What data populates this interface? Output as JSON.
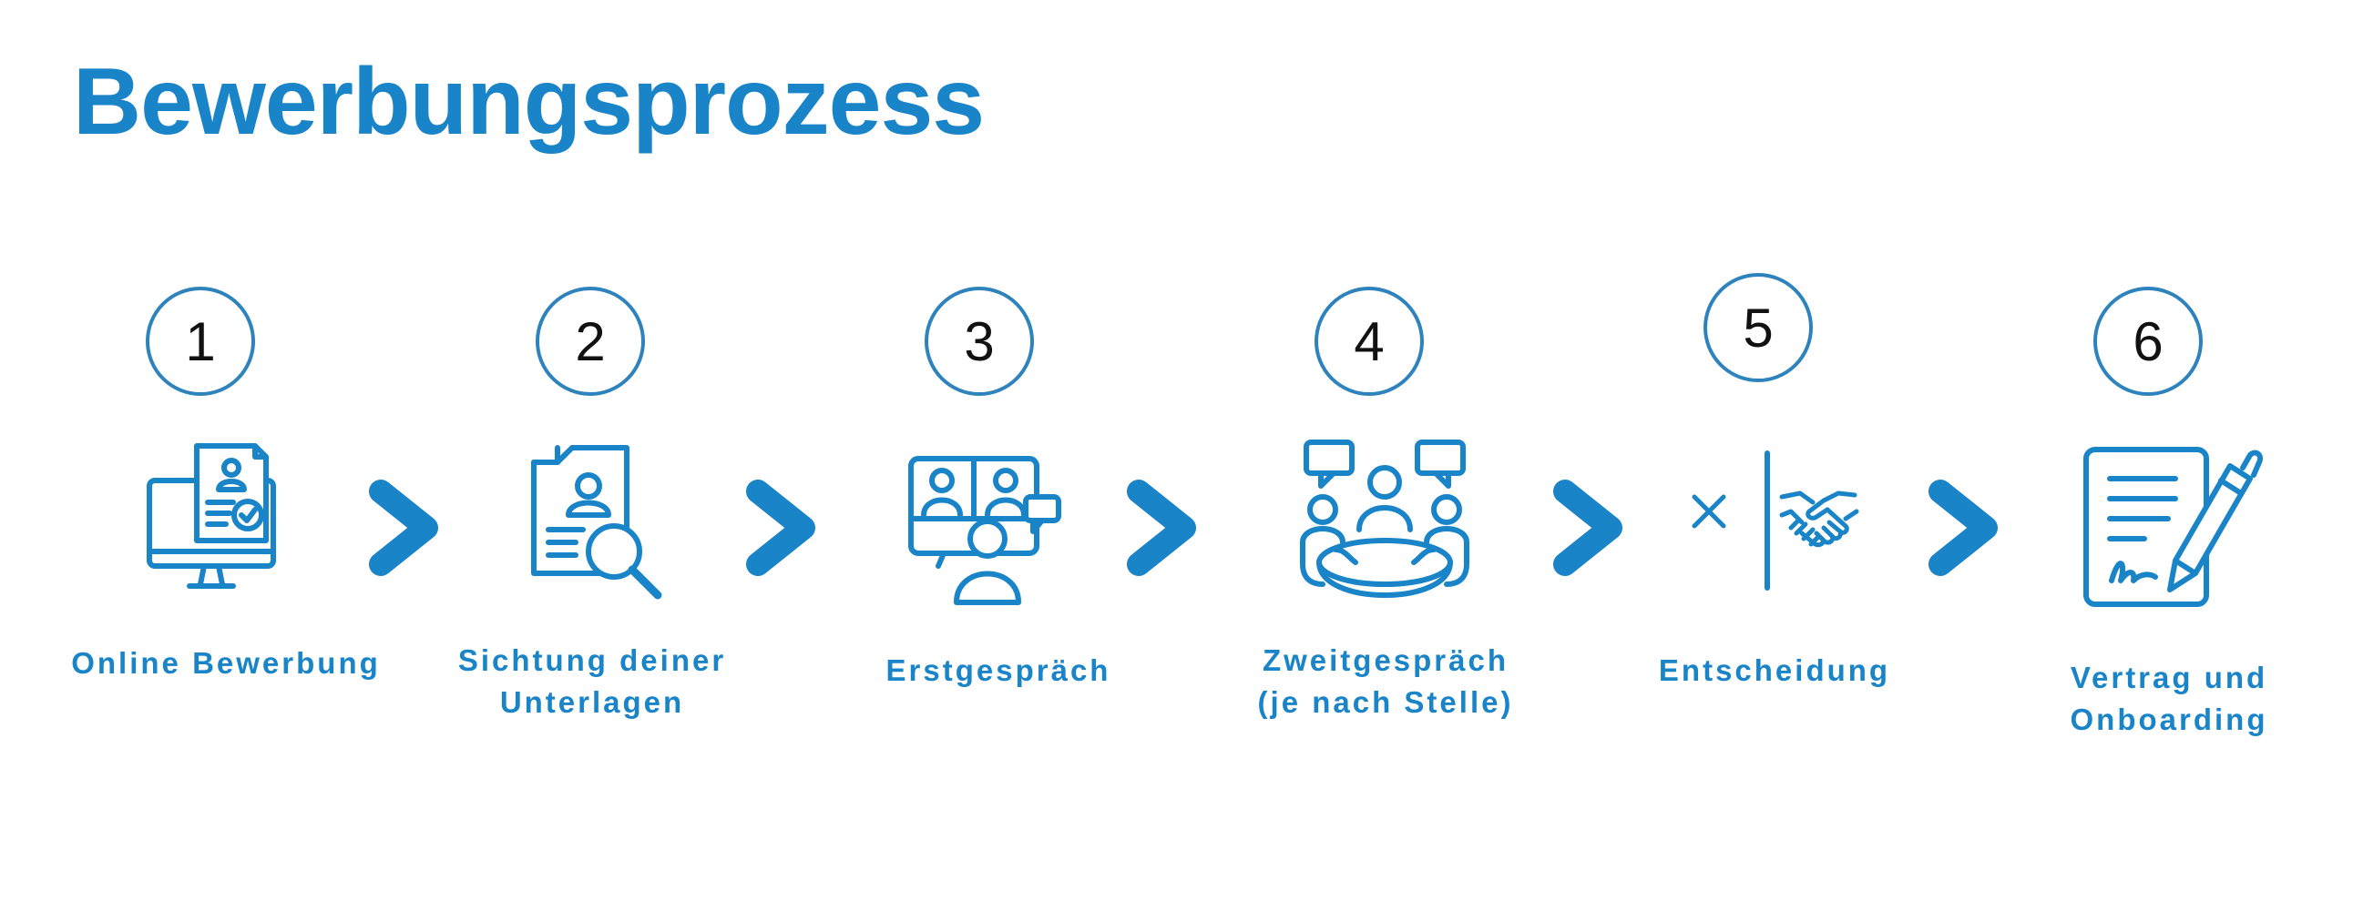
{
  "title": "Bewerbungsprozess",
  "colors": {
    "accent": "#1a84c8",
    "circle_border": "#2e83bd",
    "number_text": "#111111",
    "background": "#ffffff"
  },
  "steps": [
    {
      "number": "1",
      "label_lines": [
        "Online Bewerbung"
      ],
      "icon": "monitor-document-check-icon"
    },
    {
      "number": "2",
      "label_lines": [
        "Sichtung deiner",
        "Unterlagen"
      ],
      "icon": "document-magnifier-icon"
    },
    {
      "number": "3",
      "label_lines": [
        "Erstgespräch"
      ],
      "icon": "video-call-icon"
    },
    {
      "number": "4",
      "label_lines": [
        "Zweitgespräch",
        "(je nach Stelle)"
      ],
      "icon": "meeting-table-icon"
    },
    {
      "number": "5",
      "label_lines": [
        "Entscheidung"
      ],
      "icon": "decision-cross-handshake-icon"
    },
    {
      "number": "6",
      "label_lines": [
        "Vertrag und",
        "Onboarding"
      ],
      "icon": "contract-pen-icon"
    }
  ],
  "connector_icon": "chevron-right-icon"
}
